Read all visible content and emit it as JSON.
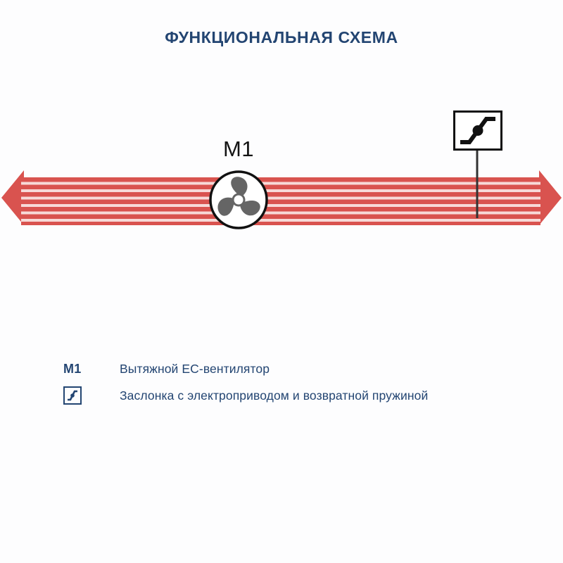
{
  "page": {
    "title": "ФУНКЦИОНАЛЬНАЯ СХЕМА",
    "background_color": "#fdfdfe",
    "accent_color": "#234572"
  },
  "diagram": {
    "duct": {
      "airflow_color": "#d9534f",
      "airflow_light_color": "#f4c9c7",
      "left_arrow_direction": "left",
      "right_arrow_direction": "right",
      "stripe_count": 7
    },
    "fan": {
      "tag": "M1",
      "icon": "fan-impeller-icon",
      "blade_color": "#656565",
      "outline_color": "#111111"
    },
    "damper": {
      "icon": "damper-blade-icon",
      "outline_color": "#111111",
      "stem_color": "#333333"
    }
  },
  "legend": {
    "items": [
      {
        "key": "M1",
        "key_type": "text",
        "description": "Вытяжной EC-вентилятор"
      },
      {
        "key": "",
        "key_type": "icon",
        "icon_name": "damper-blade-icon",
        "description": "Заслонка с электроприводом и возвратной пружиной"
      }
    ]
  }
}
